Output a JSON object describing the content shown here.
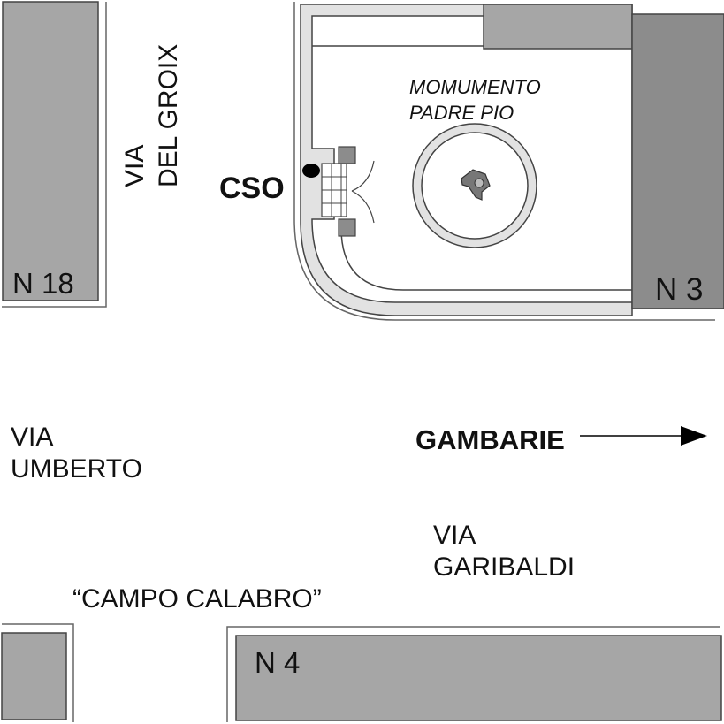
{
  "streets": {
    "via_del_groix": {
      "line1": "VIA",
      "line2": "DEL GROIX"
    },
    "via_umberto": {
      "line1": "VIA",
      "line2": "UMBERTO"
    },
    "via_garibaldi": {
      "line1": "VIA",
      "line2": "GARIBALDI"
    }
  },
  "places": {
    "campo_calabro": "“CAMPO CALABRO”",
    "monument": {
      "line1": "MOMUMENTO",
      "line2": "PADRE PIO"
    },
    "cso": "CSO"
  },
  "direction": {
    "label": "GAMBARIE"
  },
  "buildings": {
    "n18": "N 18",
    "n3": "N 3",
    "n4": "N 4"
  },
  "colors": {
    "building_fill": "#a6a6a6",
    "building_dark": "#8c8c8c",
    "outline": "#444444",
    "sidewalk": "#e2e2e2",
    "marker": "#000000"
  }
}
